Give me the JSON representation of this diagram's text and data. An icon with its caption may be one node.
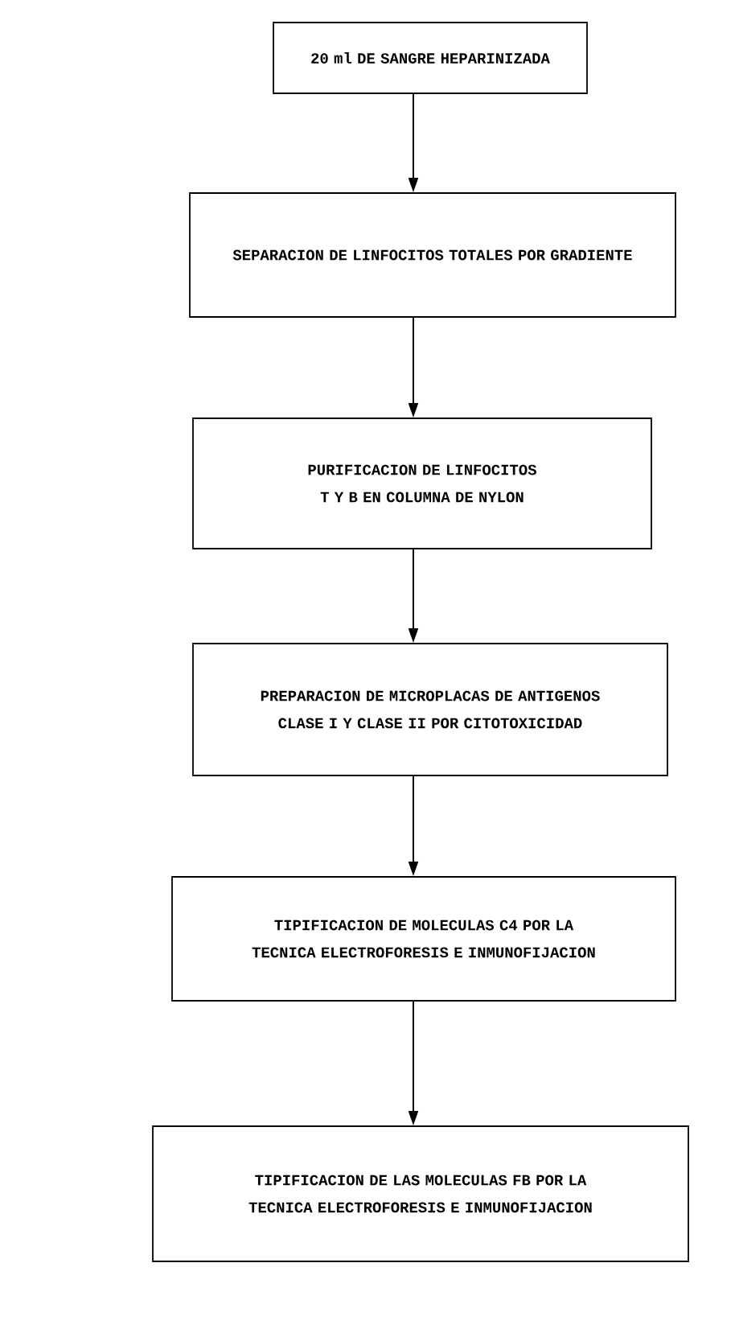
{
  "diagram": {
    "nodes": [
      {
        "text": [
          "20 ml DE SANGRE HEPARINIZADA"
        ]
      },
      {
        "text": [
          "SEPARACION DE LINFOCITOS TOTALES POR GRADIENTE"
        ]
      },
      {
        "text": [
          "PURIFICACION DE LINFOCITOS T Y B EN COLUMNA DE NYLON"
        ]
      },
      {
        "text": [
          "PREPARACION DE MICROPLACAS DE ANTIGENOS CLASE I Y CLASE II POR CITOTOXICIDAD"
        ]
      },
      {
        "text": [
          "TIPIFICACION DE MOLECULAS C4 POR LA TECNICA ELECTROFORESIS E INMUNOFIJACION"
        ]
      },
      {
        "text": [
          "TIPIFICACION DE LAS MOLECULAS FB POR LA TECNICA ELECTROFORESIS E INMUNOFIJACION"
        ]
      }
    ],
    "edges": [
      {
        "from": 0,
        "to": 1,
        "arrow": "to"
      },
      {
        "from": 1,
        "to": 2,
        "arrow": "to"
      },
      {
        "from": 2,
        "to": 3,
        "arrow": "to"
      },
      {
        "from": 3,
        "to": 4,
        "arrow": "to"
      },
      {
        "from": 4,
        "to": 5,
        "arrow": "to"
      }
    ]
  }
}
